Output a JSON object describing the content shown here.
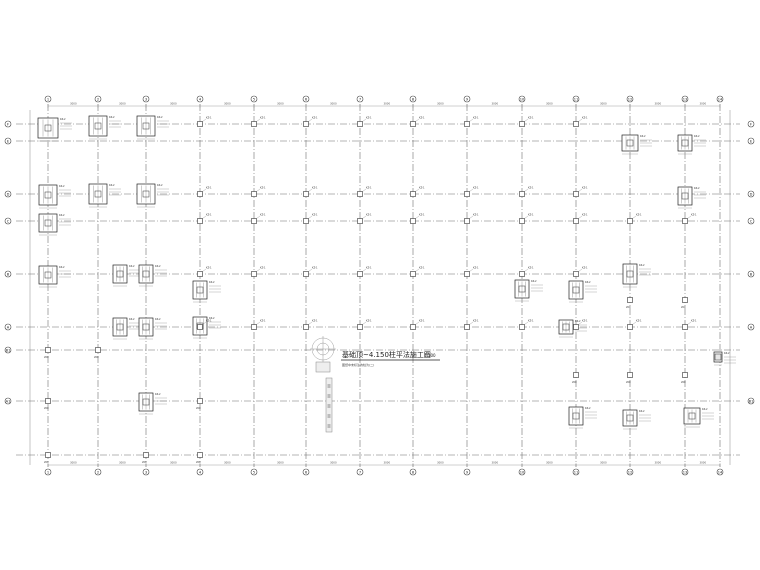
{
  "title": {
    "main": "基础顶~4.150柱平法施工图",
    "scale": "1:100",
    "note": "图纸中未标注的柱为(二)"
  },
  "grid": {
    "columns_top": [
      "1",
      "2",
      "3",
      "4",
      "5",
      "6",
      "7",
      "8",
      "9",
      "10",
      "11",
      "12",
      "13",
      "14"
    ],
    "columns_bottom": [
      "1",
      "2",
      "3",
      "4",
      "5",
      "6",
      "7",
      "8",
      "9",
      "10",
      "11",
      "12",
      "13",
      "14"
    ],
    "rows_left": [
      "F",
      "E",
      "D",
      "C",
      "B",
      "A",
      "B1",
      "A1"
    ],
    "rows_right": [
      "F",
      "E",
      "D",
      "C",
      "B",
      "A",
      "B1"
    ]
  },
  "dimensions": {
    "top": [
      "3000",
      "3000",
      "3000",
      "3000",
      "3000",
      "3000",
      "3000",
      "3000",
      "3000",
      "3000",
      "3000",
      "3000",
      "3000"
    ],
    "bottom": [
      "3000",
      "3000",
      "3000",
      "3000",
      "3000",
      "3000",
      "3000",
      "3000",
      "3000",
      "3000",
      "3000",
      "3000",
      "3000"
    ]
  },
  "column_labels": {
    "small": "KZ-1",
    "big": "KZ-2",
    "bottom_tag": "200"
  }
}
